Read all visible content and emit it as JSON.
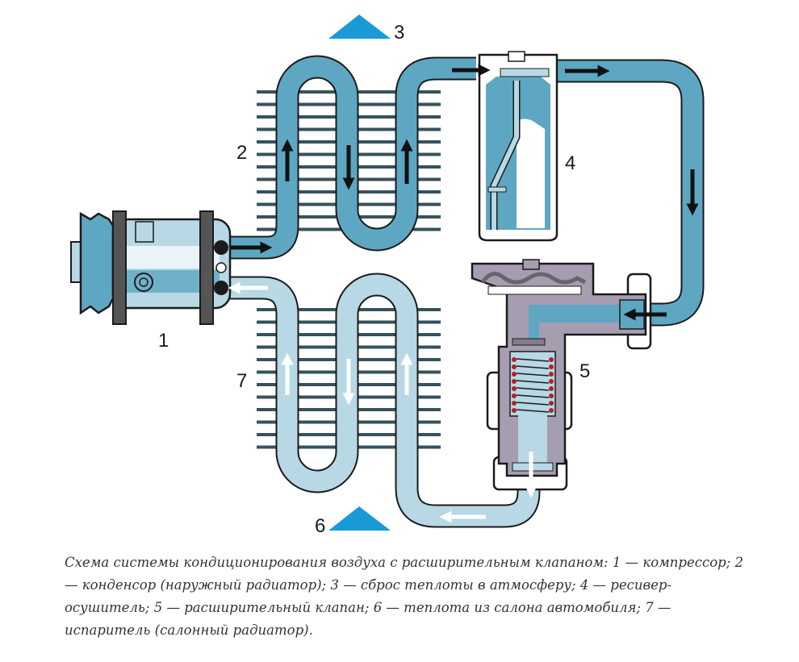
{
  "labels": {
    "compressor": "1",
    "condenser": "2",
    "heat_out": "3",
    "receiver_dryer": "4",
    "expansion_valve": "5",
    "heat_in": "6",
    "evaporator": "7"
  },
  "caption": "Схема системы кондиционирования воздуха с расширительным клапаном: 1 — компрессор; 2 — конденсор (наружный радиатор); 3 — сброс теплоты в атмосферу; 4 — ресивер-осушитель; 5 — расширительный клапан; 6 — теплота из салона автомобиля; 7 — испаритель (салонный радиатор).",
  "colors": {
    "high_pressure": "#5ea7c2",
    "low_pressure": "#b7d8e4",
    "fins": "#36525c",
    "heat_triangle": "#1a9bd7",
    "valve_body": "#a79db0",
    "outline": "#1b1b1b"
  }
}
